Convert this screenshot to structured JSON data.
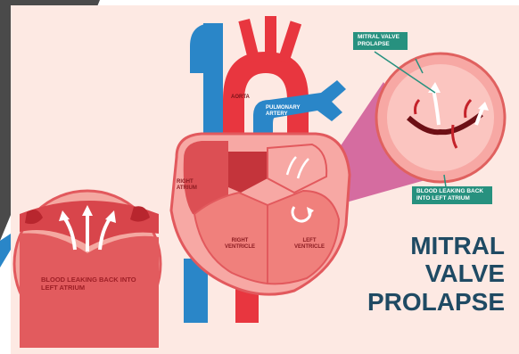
{
  "labels": {
    "aorta": "AORTA",
    "pulmonary_artery": "PULMONARY ARTERY",
    "right_atrium": "RIGHT ATRIUM",
    "right_ventricle": "RIGHT VENTRICLE",
    "left_ventricle": "LEFT VENTRICLE"
  },
  "callouts": {
    "mitral_valve_prolapse": "MITRAL VALVE PROLAPSE",
    "blood_leaking_right": "BLOOD LEAKING BACK INTO LEFT ATRIUM",
    "blood_leaking_left": "BLOOD LEAKING BACK INTO LEFT ATRIUM"
  },
  "title": {
    "line1": "MITRAL",
    "line2": "VALVE",
    "line3": "PROLAPSE"
  },
  "colors": {
    "background": "#fde9e3",
    "vein_blue": "#2a86c8",
    "artery_red": "#e8363f",
    "heart_outer": "#f7a8a4",
    "heart_wall": "#e2595d",
    "tag_teal": "#27917f",
    "title_navy": "#1f4a63"
  }
}
